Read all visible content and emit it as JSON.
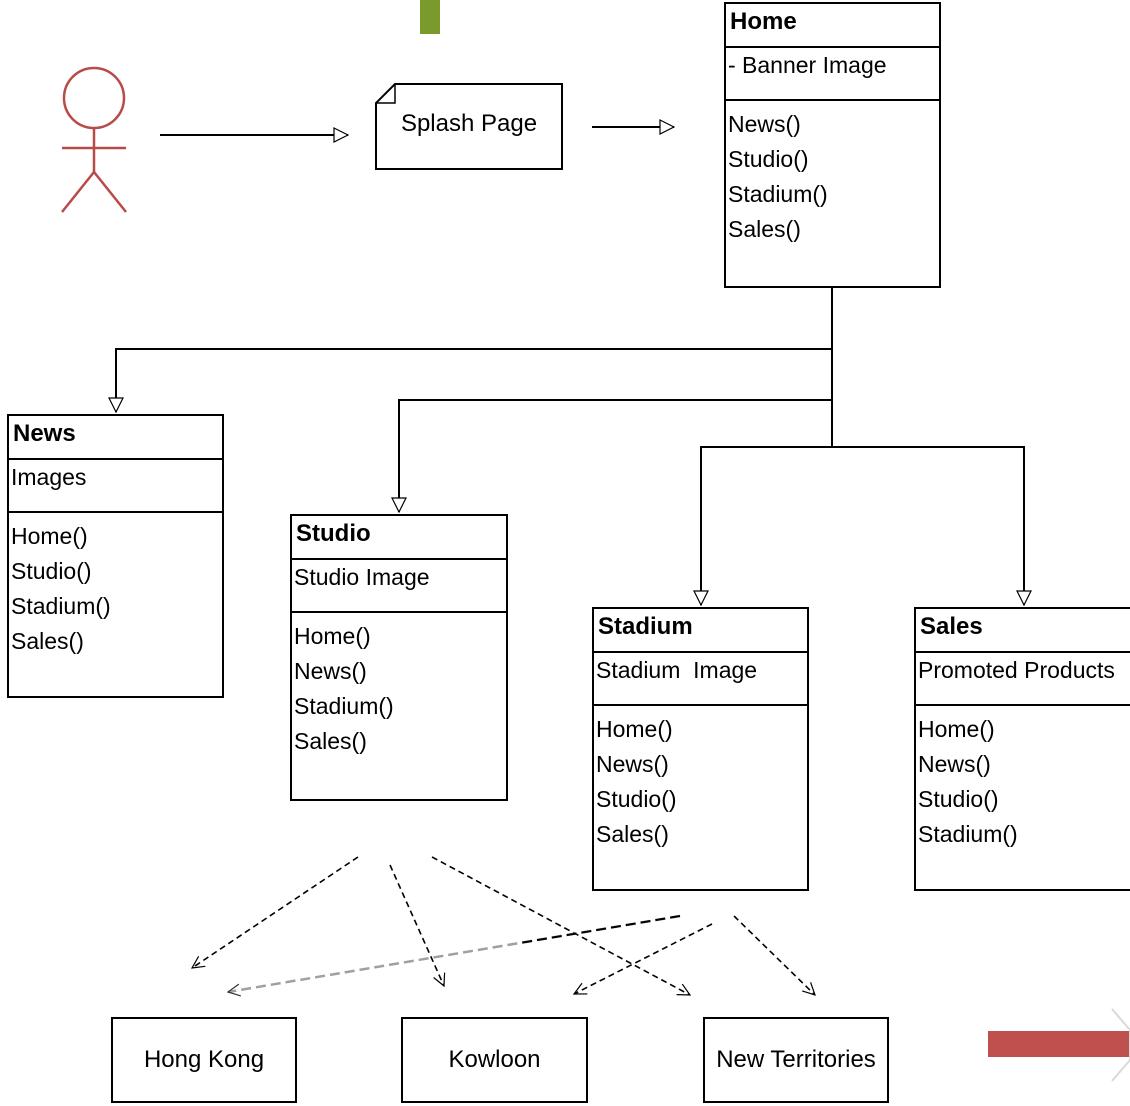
{
  "splash": {
    "label": "Splash Page"
  },
  "classes": {
    "home": {
      "title": "Home",
      "attr": "- Banner Image",
      "ops": [
        "News()",
        "Studio()",
        "Stadium()",
        "Sales()"
      ]
    },
    "news": {
      "title": "News",
      "attr": "Images",
      "ops": [
        "Home()",
        "Studio()",
        "Stadium()",
        "Sales()"
      ]
    },
    "studio": {
      "title": "Studio",
      "attr": "Studio Image",
      "ops": [
        "Home()",
        "News()",
        "Stadium()",
        "Sales()"
      ]
    },
    "stadium": {
      "title": "Stadium",
      "attr": "Stadium  Image",
      "ops": [
        "Home()",
        "News()",
        "Studio()",
        "Sales()"
      ]
    },
    "sales": {
      "title": "Sales",
      "attr": "Promoted Products",
      "ops": [
        "Home()",
        "News()",
        "Studio()",
        "Stadium()"
      ]
    }
  },
  "regions": [
    "Hong Kong",
    "Kowloon",
    "New Territories"
  ],
  "colors": {
    "line": "#000000",
    "actor": "#b84a4a",
    "green_bar": "#7a9a2e",
    "red_arrow": "#c0504d",
    "gray_dash": "#a0a0a0"
  }
}
